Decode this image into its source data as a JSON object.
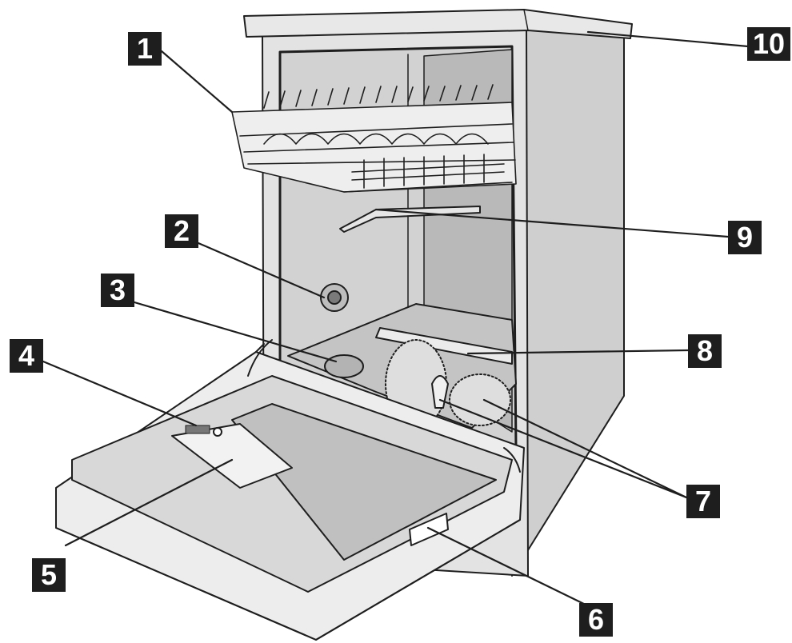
{
  "callouts": [
    {
      "id": "1",
      "label": "1"
    },
    {
      "id": "2",
      "label": "2"
    },
    {
      "id": "3",
      "label": "3"
    },
    {
      "id": "4",
      "label": "4"
    },
    {
      "id": "5",
      "label": "5"
    },
    {
      "id": "6",
      "label": "6"
    },
    {
      "id": "7",
      "label": "7"
    },
    {
      "id": "8",
      "label": "8"
    },
    {
      "id": "9",
      "label": "9"
    },
    {
      "id": "10",
      "label": "10"
    }
  ],
  "colors": {
    "ink": "#1e1e1e",
    "cabinet": "#e3e3e3",
    "cabinet_shade": "#cfcfcf",
    "interior": "#d2d2d2",
    "interior_dark": "#b9b9b9",
    "door_floor": "#c8c8c8",
    "trim": "#f2f2f2"
  }
}
